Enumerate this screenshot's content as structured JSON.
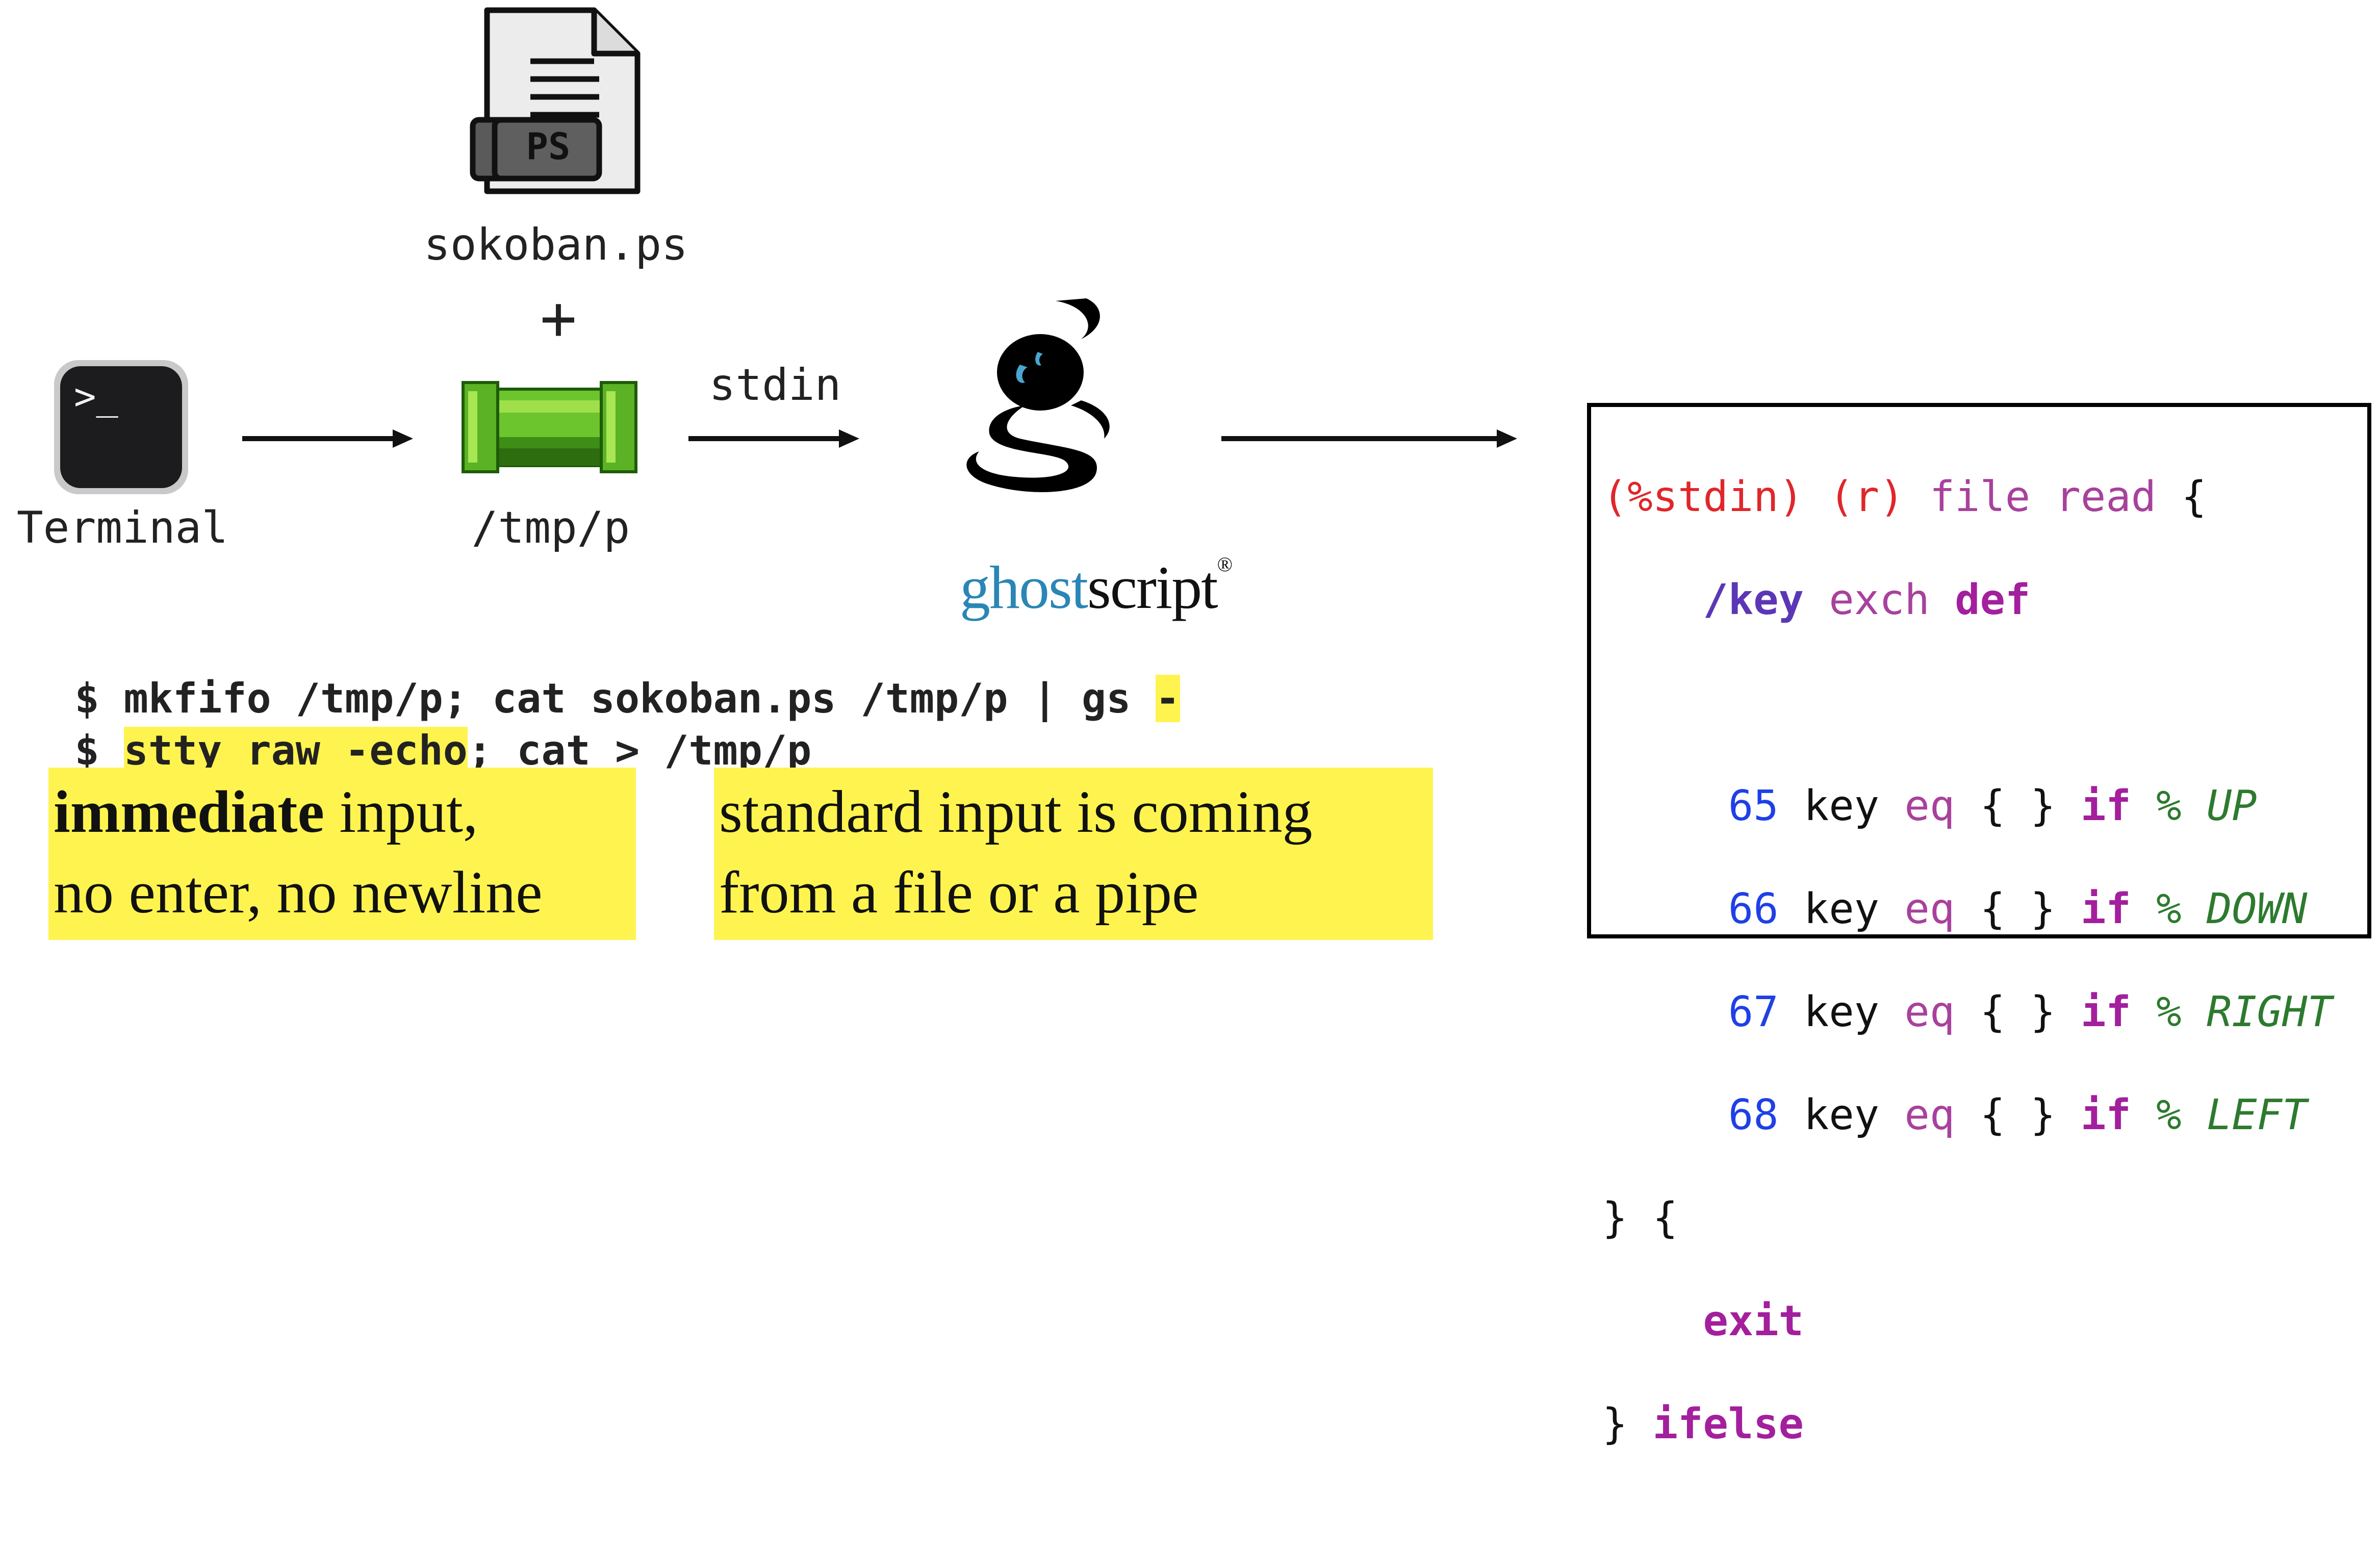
{
  "file_label": "sokoban.ps",
  "file_badge": "PS",
  "plus_sign": "+",
  "terminal_label": "Terminal",
  "terminal_prompt": ">_",
  "fifo_label": "/tmp/p",
  "stdin_label": "stdin",
  "ghostscript_logo": {
    "part1": "ghost",
    "part2": "script",
    "mark": "®"
  },
  "commands": {
    "line1_prefix": "$ mkfifo /tmp/p; cat sokoban.ps /tmp/p | gs ",
    "line1_dash": "-",
    "line2_prefix": "$ ",
    "line2_highlight": "stty raw -echo",
    "line2_suffix": "; cat > /tmp/p"
  },
  "notes": [
    {
      "bold": "immediate",
      "rest": " input,",
      "line2": "no enter, no newline"
    },
    {
      "line1": "standard input is coming",
      "line2": "from a file or a pipe"
    }
  ],
  "code": {
    "l1": {
      "a": "(%stdin)",
      "b": "(r)",
      "c": "file read",
      "d": "{"
    },
    "l2": {
      "a": "/key",
      "b": "exch",
      "c": "def"
    },
    "keys": [
      {
        "num": "65",
        "key": "key",
        "eq": "eq",
        "braces": "{ }",
        "if": "if",
        "pct": "%",
        "dir": "UP"
      },
      {
        "num": "66",
        "key": "key",
        "eq": "eq",
        "braces": "{ }",
        "if": "if",
        "pct": "%",
        "dir": "DOWN"
      },
      {
        "num": "67",
        "key": "key",
        "eq": "eq",
        "braces": "{ }",
        "if": "if",
        "pct": "%",
        "dir": "RIGHT"
      },
      {
        "num": "68",
        "key": "key",
        "eq": "eq",
        "braces": "{ }",
        "if": "if",
        "pct": "%",
        "dir": "LEFT"
      }
    ],
    "l7": "} {",
    "l8": "exit",
    "l9": {
      "a": "}",
      "b": "ifelse"
    }
  },
  "colors": {
    "highlight": "#fff44f",
    "pipe_green": "#5db82a",
    "ghostscript_blue": "#2a86b5"
  }
}
